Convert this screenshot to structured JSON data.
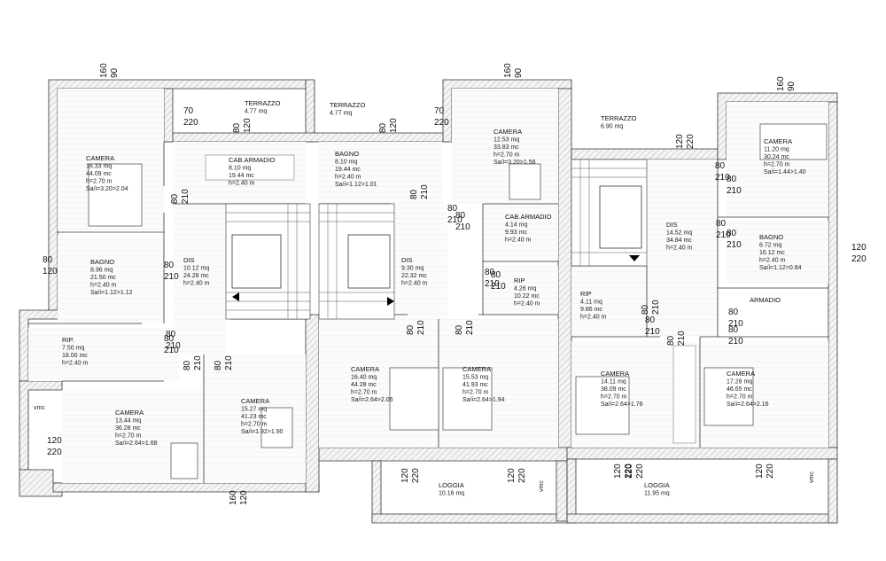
{
  "rooms": [
    {
      "id": "camera-1",
      "lines": [
        "CAMERA",
        "16.33 mq",
        "44.09 mc",
        "h=2.70 m",
        "Sa/i=3.20>2.04"
      ]
    },
    {
      "id": "cab-armadio-1",
      "lines": [
        "CAB.ARMADIO",
        "8.10 mq",
        "19.44 mc",
        "h=2.40 m"
      ]
    },
    {
      "id": "bagno-1",
      "lines": [
        "BAGNO",
        "8.96 mq",
        "21.50 mc",
        "h=2.40 m",
        "Sa/i=1.12>1.12"
      ]
    },
    {
      "id": "dis-1",
      "lines": [
        "DIS",
        "10.12 mq",
        "24.28 mc",
        "h=2.40 m"
      ]
    },
    {
      "id": "rip-1",
      "lines": [
        "RIP.",
        "7.50 mq",
        "18.00 mc",
        "h=2.40 m"
      ]
    },
    {
      "id": "camera-2",
      "lines": [
        "CAMERA",
        "13.44 mq",
        "36.28 mc",
        "h=2.70 m",
        "Sa/i=2.64>1.68"
      ]
    },
    {
      "id": "camera-3",
      "lines": [
        "CAMERA",
        "15.27 mq",
        "41.23 mc",
        "h=2.70 m",
        "Sa/i=1.92>1.90"
      ]
    },
    {
      "id": "terrazzo-1",
      "lines": [
        "TERRAZZO",
        "4.77 mq"
      ]
    },
    {
      "id": "terrazzo-2",
      "lines": [
        "TERRAZZO",
        "4.77 mq"
      ]
    },
    {
      "id": "bagno-2",
      "lines": [
        "BAGNO",
        "8.10 mq",
        "19.44 mc",
        "h=2.40 m",
        "Sa/i=1.12>1.01"
      ]
    },
    {
      "id": "dis-2",
      "lines": [
        "DIS",
        "9.30 mq",
        "22.32 mc",
        "h=2.40 m"
      ]
    },
    {
      "id": "camera-4",
      "lines": [
        "CAMERA",
        "16.40 mq",
        "44.28 mc",
        "h=2.70 m",
        "Sa/i=2.64>2.05"
      ]
    },
    {
      "id": "camera-5",
      "lines": [
        "CAMERA",
        "15.53 mq",
        "41.93 mc",
        "h=2.70 m",
        "Sa/i=2.64>1.94"
      ]
    },
    {
      "id": "loggia-1",
      "lines": [
        "LOGGIA",
        "10.16 mq"
      ]
    },
    {
      "id": "camera-6",
      "lines": [
        "CAMERA",
        "12.53 mq",
        "33.83 mc",
        "h=2.70 m",
        "Sa/i=3.20>1.56"
      ]
    },
    {
      "id": "cab-armadio-2",
      "lines": [
        "CAB.ARMADIO",
        "4.14 mq",
        "9.93 mc",
        "h=2.40 m"
      ]
    },
    {
      "id": "rip-2",
      "lines": [
        "RIP",
        "4.26 mq",
        "10.22 mc",
        "h=2.40 m"
      ]
    },
    {
      "id": "terrazzo-3",
      "lines": [
        "TERRAZZO",
        "6.90 mq"
      ]
    },
    {
      "id": "dis-3",
      "lines": [
        "DIS",
        "14.52 mq",
        "34.84 mc",
        "h=2.40 m"
      ]
    },
    {
      "id": "rip-3",
      "lines": [
        "RIP",
        "4.11 mq",
        "9.86 mc",
        "h=2.40 m"
      ]
    },
    {
      "id": "camera-7",
      "lines": [
        "CAMERA",
        "11.20 mq",
        "30.24 mc",
        "h=2.70 m",
        "Sa/i=1.44>1.40"
      ]
    },
    {
      "id": "bagno-3",
      "lines": [
        "BAGNO",
        "6.72 mq",
        "16.12 mc",
        "h=2.40 m",
        "Sa/i=1.12>0.84"
      ]
    },
    {
      "id": "armadio",
      "lines": [
        "ARMADIO"
      ]
    },
    {
      "id": "camera-8",
      "lines": [
        "CAMERA",
        "14.11 mq",
        "38.09 mc",
        "h=2.70 m",
        "Sa/i=2.64>1.76"
      ]
    },
    {
      "id": "camera-9",
      "lines": [
        "CAMERA",
        "17.28 mq",
        "46.65 mc",
        "h=2.70 m",
        "Sa/i=2.64>2.16"
      ]
    },
    {
      "id": "loggia-2",
      "lines": [
        "LOGGIA",
        "11.95 mq"
      ]
    }
  ],
  "dimensions": [
    {
      "id": "d1",
      "a": "160",
      "b": "90"
    },
    {
      "id": "d2",
      "a": "70",
      "b": "220"
    },
    {
      "id": "d3",
      "a": "80",
      "b": "120"
    },
    {
      "id": "d4",
      "a": "80",
      "b": "120"
    },
    {
      "id": "d5",
      "a": "70",
      "b": "220"
    },
    {
      "id": "d6",
      "a": "160",
      "b": "90"
    },
    {
      "id": "d7",
      "a": "120",
      "b": "220"
    },
    {
      "id": "d8",
      "a": "160",
      "b": "90"
    },
    {
      "id": "d9",
      "a": "80",
      "b": "210"
    },
    {
      "id": "d10",
      "a": "80",
      "b": "210"
    },
    {
      "id": "d11",
      "a": "80",
      "b": "120"
    },
    {
      "id": "d12",
      "a": "80",
      "b": "210"
    },
    {
      "id": "d13",
      "a": "80",
      "b": "210"
    },
    {
      "id": "d14",
      "a": "80",
      "b": "210"
    },
    {
      "id": "d15",
      "a": "80",
      "b": "210"
    },
    {
      "id": "d16",
      "a": "80",
      "b": "210"
    },
    {
      "id": "d17",
      "a": "80",
      "b": "210"
    },
    {
      "id": "d18",
      "a": "120",
      "b": "220"
    },
    {
      "id": "d19",
      "a": "160",
      "b": "120"
    },
    {
      "id": "d20",
      "a": "80",
      "b": "210"
    },
    {
      "id": "d21",
      "a": "80",
      "b": "210"
    },
    {
      "id": "d22",
      "a": "80",
      "b": "210"
    },
    {
      "id": "d23",
      "a": "80",
      "b": "210"
    },
    {
      "id": "d24",
      "a": "80",
      "b": "210"
    },
    {
      "id": "d25",
      "a": "80",
      "b": "210"
    },
    {
      "id": "d26",
      "a": "80",
      "b": "210"
    },
    {
      "id": "d27",
      "a": "80",
      "b": "210"
    },
    {
      "id": "d28",
      "a": "80",
      "b": "210"
    },
    {
      "id": "d29",
      "a": "120",
      "b": "220"
    },
    {
      "id": "d30",
      "a": "120",
      "b": "220"
    },
    {
      "id": "d31",
      "a": "120",
      "b": "220"
    },
    {
      "id": "d32",
      "a": "120",
      "b": "220"
    },
    {
      "id": "d33",
      "a": "120",
      "b": "220"
    },
    {
      "id": "d34",
      "a": "120",
      "b": "220"
    },
    {
      "id": "d35",
      "a": "80",
      "b": "210"
    },
    {
      "id": "d36",
      "a": "80",
      "b": "210"
    },
    {
      "id": "d37",
      "a": "80",
      "b": "210"
    },
    {
      "id": "d38",
      "a": "80",
      "b": "210"
    },
    {
      "id": "d39",
      "a": "80",
      "b": "210"
    }
  ],
  "vmc": [
    "vmc",
    "vmc",
    "vmc"
  ]
}
